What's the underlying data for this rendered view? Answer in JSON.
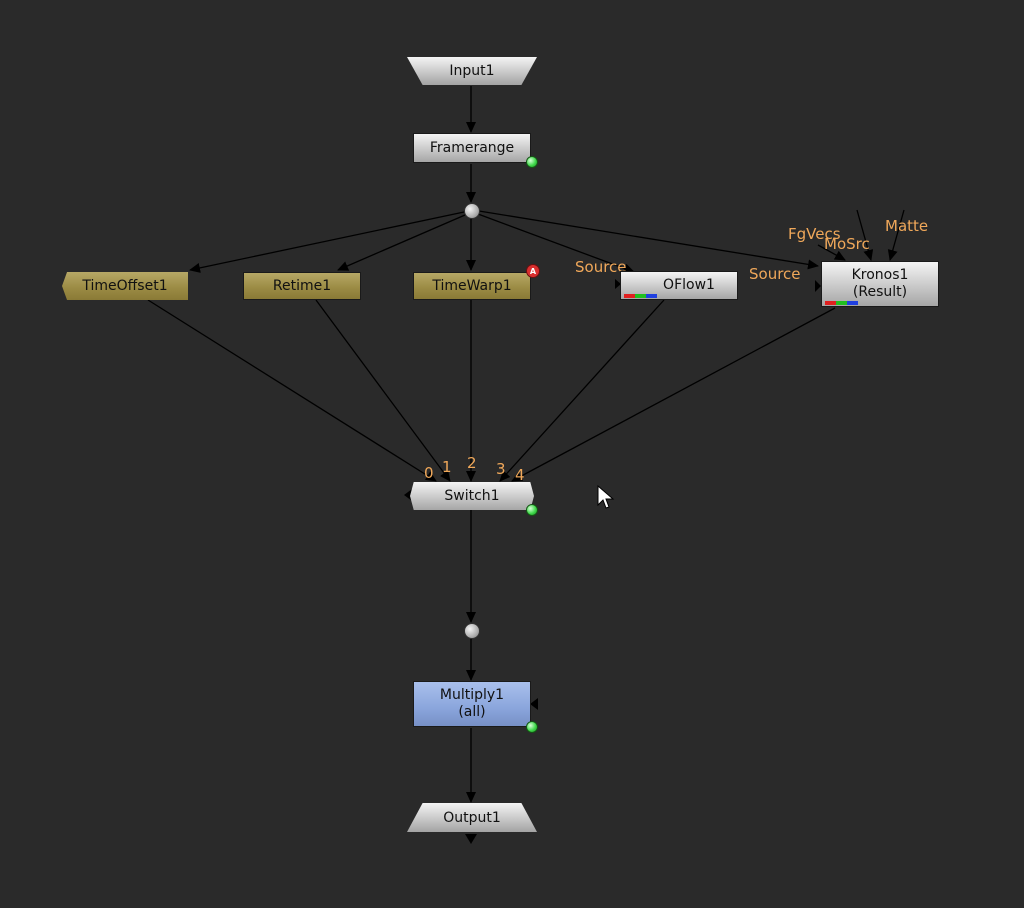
{
  "nodes": {
    "input": "Input1",
    "framerange": "Framerange",
    "timeoffset": "TimeOffset1",
    "retime": "Retime1",
    "timewarp": "TimeWarp1",
    "oflow": "OFlow1",
    "kronos": "Kronos1",
    "kronos_sub": "(Result)",
    "switch": "Switch1",
    "multiply": "Multiply1",
    "multiply_sub": "(all)",
    "output": "Output1"
  },
  "labels": {
    "oflow_source": "Source",
    "kronos_source": "Source",
    "fgvecs": "FgVecs",
    "mosrc": "MoSrc",
    "matte": "Matte",
    "switch_inputs": [
      "0",
      "1",
      "2",
      "3",
      "4"
    ],
    "timewarp_badge": "A"
  },
  "colors": {
    "background": "#2a2a2a",
    "label_orange": "#f0a85a",
    "time_node": "#9c8c45",
    "color_node": "#8aa5dc",
    "indicator_green": "#3fd84a",
    "channel_red": "#e02020",
    "channel_green": "#20c020",
    "channel_blue": "#2040e0"
  }
}
